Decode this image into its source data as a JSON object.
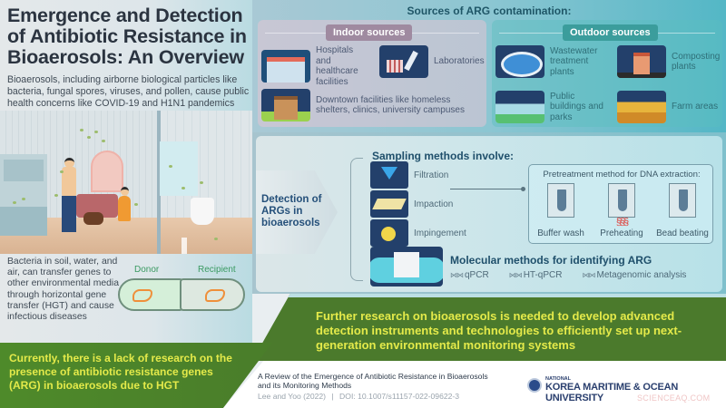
{
  "header": {
    "title": "Emergence and Detection of Antibiotic Resistance in Bioaerosols: An Overview",
    "intro": "Bioaerosols, including airborne biological particles like bacteria, fungal spores, viruses, and pollen, cause public health concerns like COVID-19 and H1N1 pandemics"
  },
  "hgt": {
    "text": "Bacteria in soil, water, and air, can transfer genes to other environmental media through horizontal gene transfer (HGT) and cause infectious diseases",
    "donor_label": "Donor",
    "recipient_label": "Recipient"
  },
  "sources": {
    "title": "Sources of ARG contamination:",
    "indoor": {
      "tag": "Indoor sources",
      "items": [
        {
          "label": "Hospitals and healthcare facilities",
          "icon": "hospital-icon"
        },
        {
          "label": "Laboratories",
          "icon": "laboratory-icon"
        },
        {
          "label": "Downtown facilities like homeless shelters, clinics, university campuses",
          "icon": "downtown-building-icon"
        }
      ]
    },
    "outdoor": {
      "tag": "Outdoor sources",
      "items": [
        {
          "label": "Wastewater treatment plants",
          "icon": "wastewater-plant-icon"
        },
        {
          "label": "Composting plants",
          "icon": "composting-plant-icon"
        },
        {
          "label": "Public buildings and parks",
          "icon": "park-icon"
        },
        {
          "label": "Farm areas",
          "icon": "farm-icon"
        }
      ]
    }
  },
  "detection": {
    "title": "Detection of ARGs in bioaerosols",
    "sampling_title": "Sampling methods involve:",
    "sampling_methods": [
      {
        "label": "Filtration",
        "icon": "funnel-icon"
      },
      {
        "label": "Impaction",
        "icon": "impaction-plate-icon"
      },
      {
        "label": "Impingement",
        "icon": "impinger-flask-icon"
      }
    ],
    "pretreatment": {
      "title": "Pretreatment method for DNA extraction:",
      "items": [
        {
          "label": "Buffer wash",
          "icon": "buffer-wash-tube-icon"
        },
        {
          "label": "Preheating",
          "icon": "preheating-tube-icon",
          "heat_symbol": "§§§"
        },
        {
          "label": "Bead beating",
          "icon": "bead-beating-tube-icon"
        }
      ]
    },
    "molecular": {
      "title": "Molecular methods for identifying ARG",
      "dna_glyph": "⋈⋈",
      "methods": [
        "qPCR",
        "HT-qPCR",
        "Metagenomic analysis"
      ]
    }
  },
  "conclusions": {
    "further": "Further research on bioaerosols is needed to develop advanced detection instruments and technologies to efficiently set up next-generation environmental monitoring systems",
    "currently": "Currently, there is a lack of research on the presence of antibiotic resistance genes (ARG) in bioaerosols due to HGT"
  },
  "footer": {
    "paper_title": "A Review of the Emergence of Antibiotic Resistance in Bioaerosols and its Monitoring Methods",
    "authors": "Lee and Yoo (2022)",
    "separator": "|",
    "doi": "DOI: 10.1007/s11157-022-09622-3",
    "university_prefix": "NATIONAL",
    "university_name": "KOREA MARITIME & OCEAN UNIVERSITY",
    "watermark": "SCIENCEAQ.COM"
  },
  "colors": {
    "title_dark": "#2b3440",
    "accent_green": "#4b7a2c",
    "accent_yellow_text": "#e4ea4a",
    "navy_icon_bg": "#23406b",
    "teal": "#3b9d9c"
  }
}
